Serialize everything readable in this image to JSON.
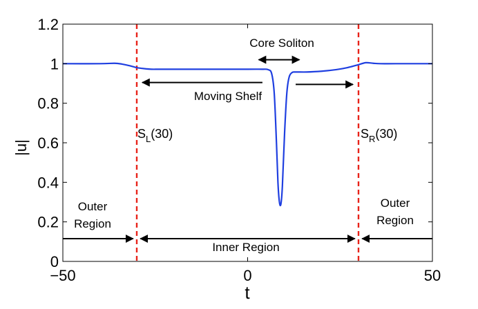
{
  "chart_data": {
    "type": "line",
    "xlabel": "t",
    "ylabel": "|u|",
    "xlim": [
      -50,
      50
    ],
    "ylim": [
      0,
      1.2
    ],
    "x_ticks": [
      -50,
      0,
      50
    ],
    "x_tick_labels": [
      "−50",
      "0",
      "50"
    ],
    "y_ticks": [
      0,
      0.2,
      0.4,
      0.6,
      0.8,
      1,
      1.2
    ],
    "y_tick_labels": [
      "0",
      "0.2",
      "0.4",
      "0.6",
      "0.8",
      "1",
      "1.2"
    ],
    "grid": false,
    "series": [
      {
        "color": "#1f3fe0",
        "x": [
          -50,
          -40,
          -36,
          -34,
          -32,
          -30,
          -28,
          -26,
          -24,
          -20,
          -10,
          0,
          4,
          5.5,
          6.5,
          7.2,
          7.8,
          8.2,
          8.6,
          9.0,
          9.4,
          10.0,
          10.6,
          11.2,
          12,
          13,
          16,
          20,
          24,
          27,
          30,
          32,
          34,
          36,
          40,
          50
        ],
        "y": [
          1.0,
          1.0,
          1.002,
          0.998,
          0.99,
          0.98,
          0.975,
          0.972,
          0.972,
          0.972,
          0.972,
          0.972,
          0.972,
          0.97,
          0.95,
          0.85,
          0.6,
          0.4,
          0.3,
          0.29,
          0.38,
          0.65,
          0.85,
          0.93,
          0.955,
          0.958,
          0.958,
          0.962,
          0.97,
          0.98,
          0.995,
          1.005,
          1.002,
          1.0,
          1.0,
          1.0
        ]
      }
    ],
    "reference_lines": [
      {
        "x": -30,
        "color": "#e8231a",
        "style": "dashed"
      },
      {
        "x": 30,
        "color": "#e8231a",
        "style": "dashed"
      }
    ],
    "annotations": {
      "core_soliton": "Core Soliton",
      "moving_shelf": "Moving Shelf",
      "s_left": {
        "main": "S",
        "sub": "L",
        "rest": "(30)"
      },
      "s_right": {
        "main": "S",
        "sub": "R",
        "rest": "(30)"
      },
      "outer_left": [
        "Outer",
        "Region"
      ],
      "outer_right": [
        "Outer",
        "Region"
      ],
      "inner_region": "Inner Region"
    },
    "arrows": [
      {
        "name": "core-soliton-arrow",
        "x": [
          3,
          14
        ],
        "y": 1.02,
        "heads": "both"
      },
      {
        "name": "moving-shelf-left-arrow",
        "x": [
          4,
          -28.5
        ],
        "y": 0.905,
        "heads": "end"
      },
      {
        "name": "moving-shelf-right-arrow",
        "x": [
          13,
          28.5
        ],
        "y": 0.895,
        "heads": "end"
      },
      {
        "name": "outer-left-arrow",
        "x": [
          -50,
          -31
        ],
        "y": 0.115,
        "heads": "end"
      },
      {
        "name": "inner-region-arrow",
        "x": [
          -29,
          29
        ],
        "y": 0.115,
        "heads": "both"
      },
      {
        "name": "outer-right-arrow",
        "x": [
          50,
          31
        ],
        "y": 0.115,
        "heads": "end"
      }
    ]
  }
}
